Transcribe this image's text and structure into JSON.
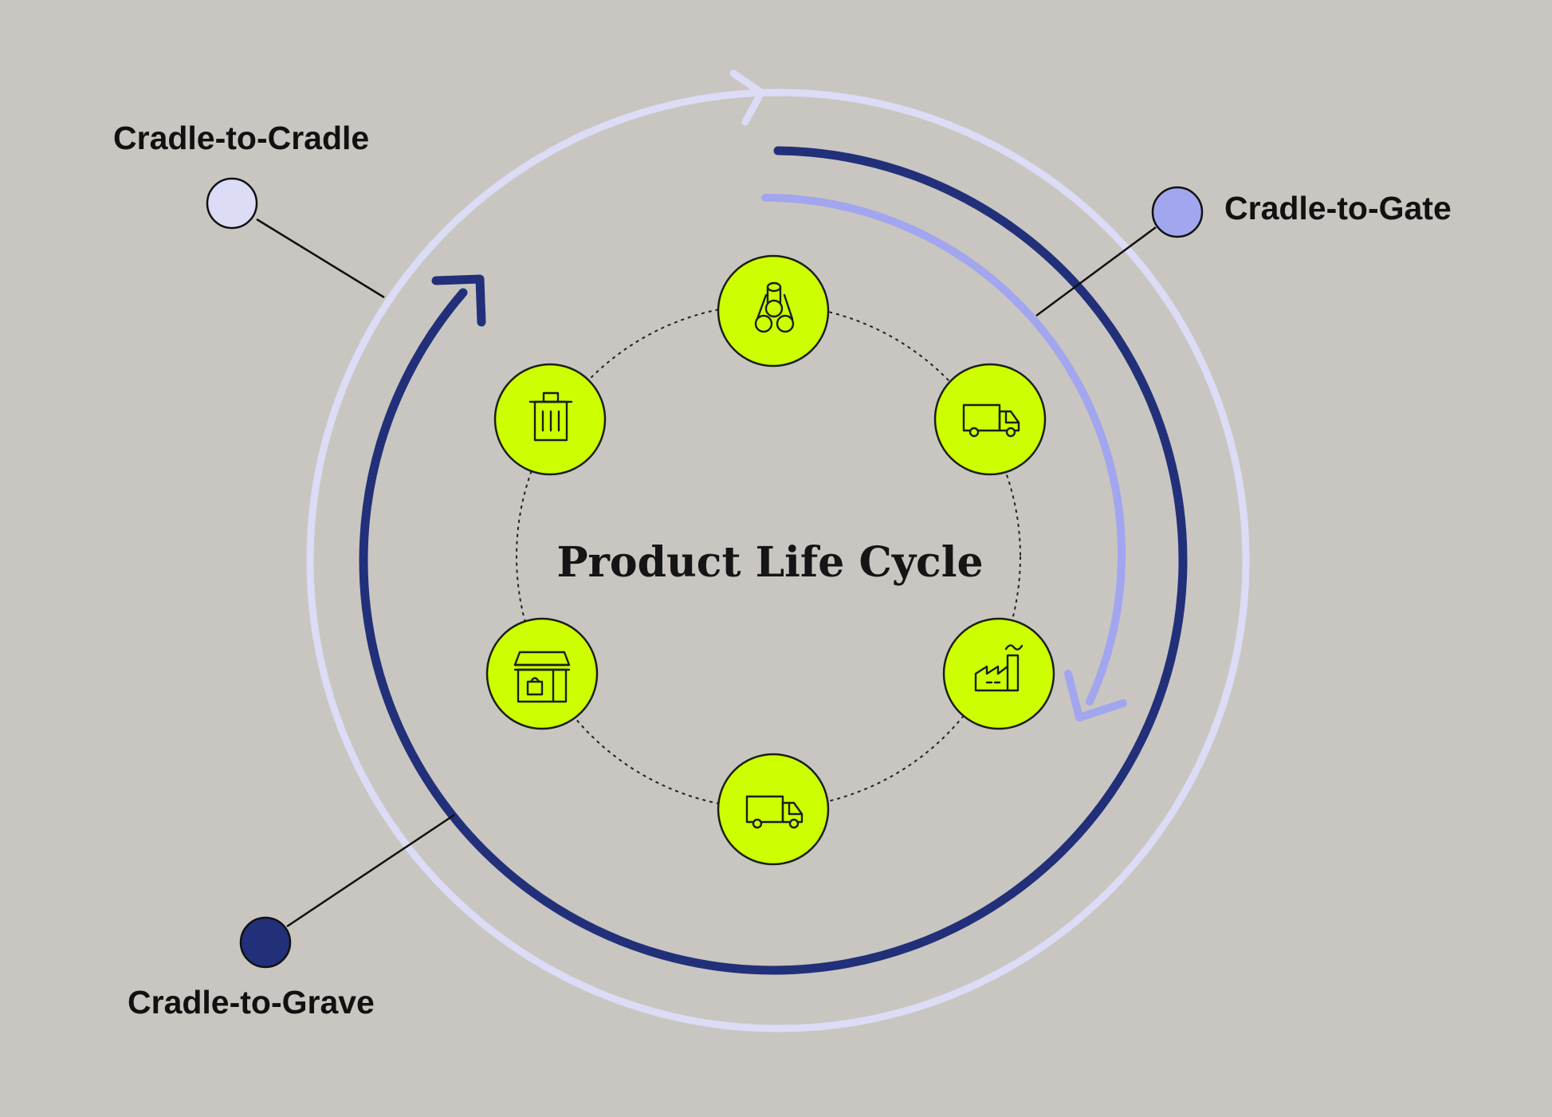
{
  "title": "Product Life Cycle",
  "colors": {
    "background": "#c9c6c1",
    "cradle_to_cradle": "#dcdcf7",
    "cradle_to_gate": "#a2a6ee",
    "cradle_to_grave": "#22307a",
    "stage_fill": "#cdff00"
  },
  "legend": [
    {
      "key": "cradle_to_cradle",
      "label": "Cradle-to-Cradle"
    },
    {
      "key": "cradle_to_gate",
      "label": "Cradle-to-Gate"
    },
    {
      "key": "cradle_to_grave",
      "label": "Cradle-to-Grave"
    }
  ],
  "stages": [
    {
      "icon": "raw-materials-logs-icon"
    },
    {
      "icon": "transport-truck-icon"
    },
    {
      "icon": "factory-icon"
    },
    {
      "icon": "delivery-truck-icon"
    },
    {
      "icon": "retail-store-icon"
    },
    {
      "icon": "waste-bin-icon"
    }
  ]
}
